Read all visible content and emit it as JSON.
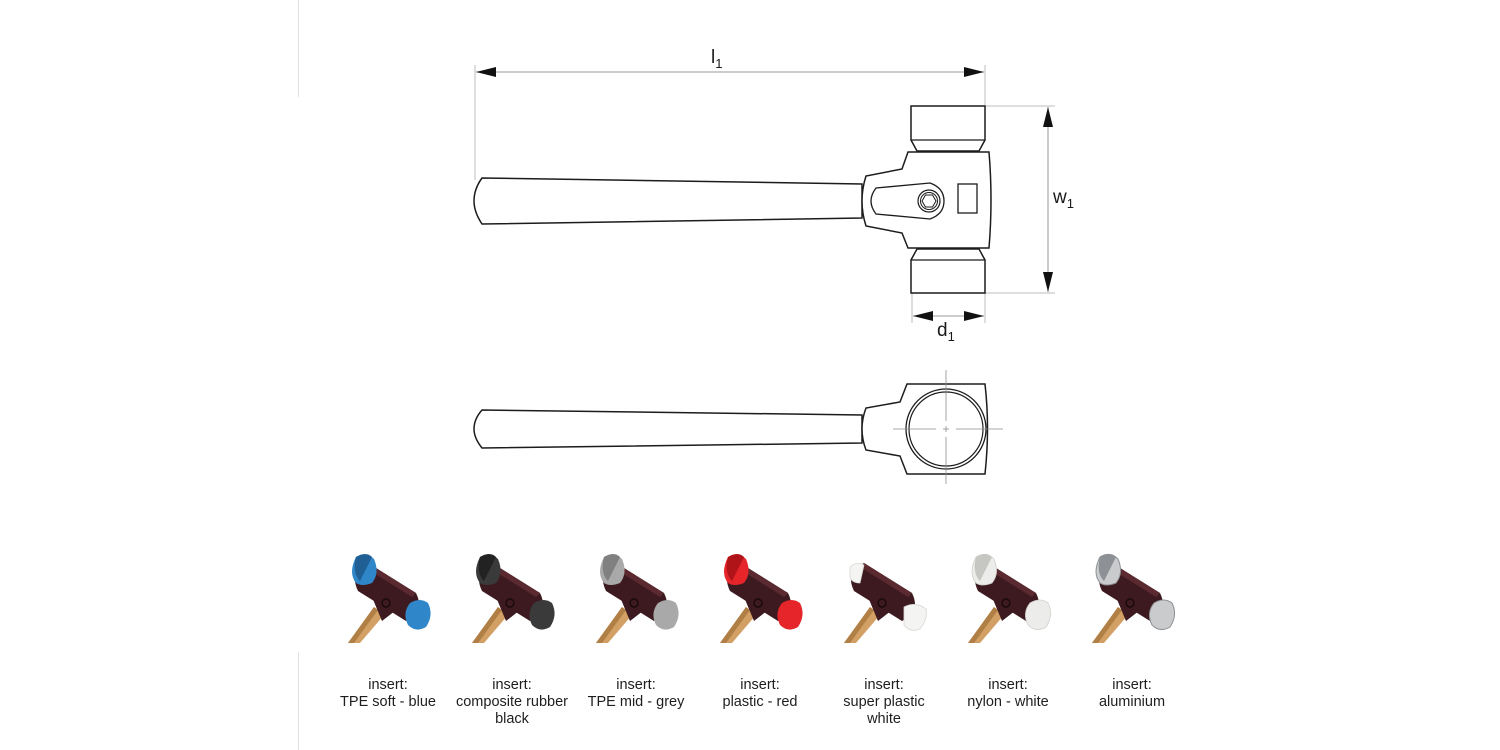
{
  "drawing": {
    "title": "Soft-face hammer technical drawing",
    "dimensions": {
      "length": {
        "symbol": "l",
        "subscript": "1"
      },
      "width": {
        "symbol": "w",
        "subscript": "1"
      },
      "diameter": {
        "symbol": "d",
        "subscript": "1"
      }
    },
    "views": [
      "front-view",
      "top-view"
    ]
  },
  "variants": [
    {
      "line1": "insert:",
      "line2": "TPE soft - blue",
      "line3": "",
      "face_color": "#2f86c9",
      "face_shade": "#1f5f93"
    },
    {
      "line1": "insert:",
      "line2": "composite rubber",
      "line3": "black",
      "face_color": "#3a3a3a",
      "face_shade": "#222222"
    },
    {
      "line1": "insert:",
      "line2": "TPE mid - grey",
      "line3": "",
      "face_color": "#a9a9a9",
      "face_shade": "#808080"
    },
    {
      "line1": "insert:",
      "line2": "plastic - red",
      "line3": "",
      "face_color": "#e5252a",
      "face_shade": "#b01419"
    },
    {
      "line1": "insert:",
      "line2": "super plastic",
      "line3": "white",
      "face_color": "#f4f4f2",
      "face_shade": "#d0d0cc"
    },
    {
      "line1": "insert:",
      "line2": "nylon - white",
      "line3": "",
      "face_color": "#ececea",
      "face_shade": "#c6c6c2"
    },
    {
      "line1": "insert:",
      "line2": "aluminium",
      "line3": "",
      "face_color": "#c9cbcd",
      "face_shade": "#8d9094"
    }
  ],
  "colors": {
    "hammer_body": "#3d1a1f",
    "hammer_body_highlight": "#5a2a30",
    "handle_wood": "#d2a064",
    "handle_wood_shade": "#b07f45",
    "line": "#1c1c1c",
    "dimension_line": "#9a9a9a"
  }
}
